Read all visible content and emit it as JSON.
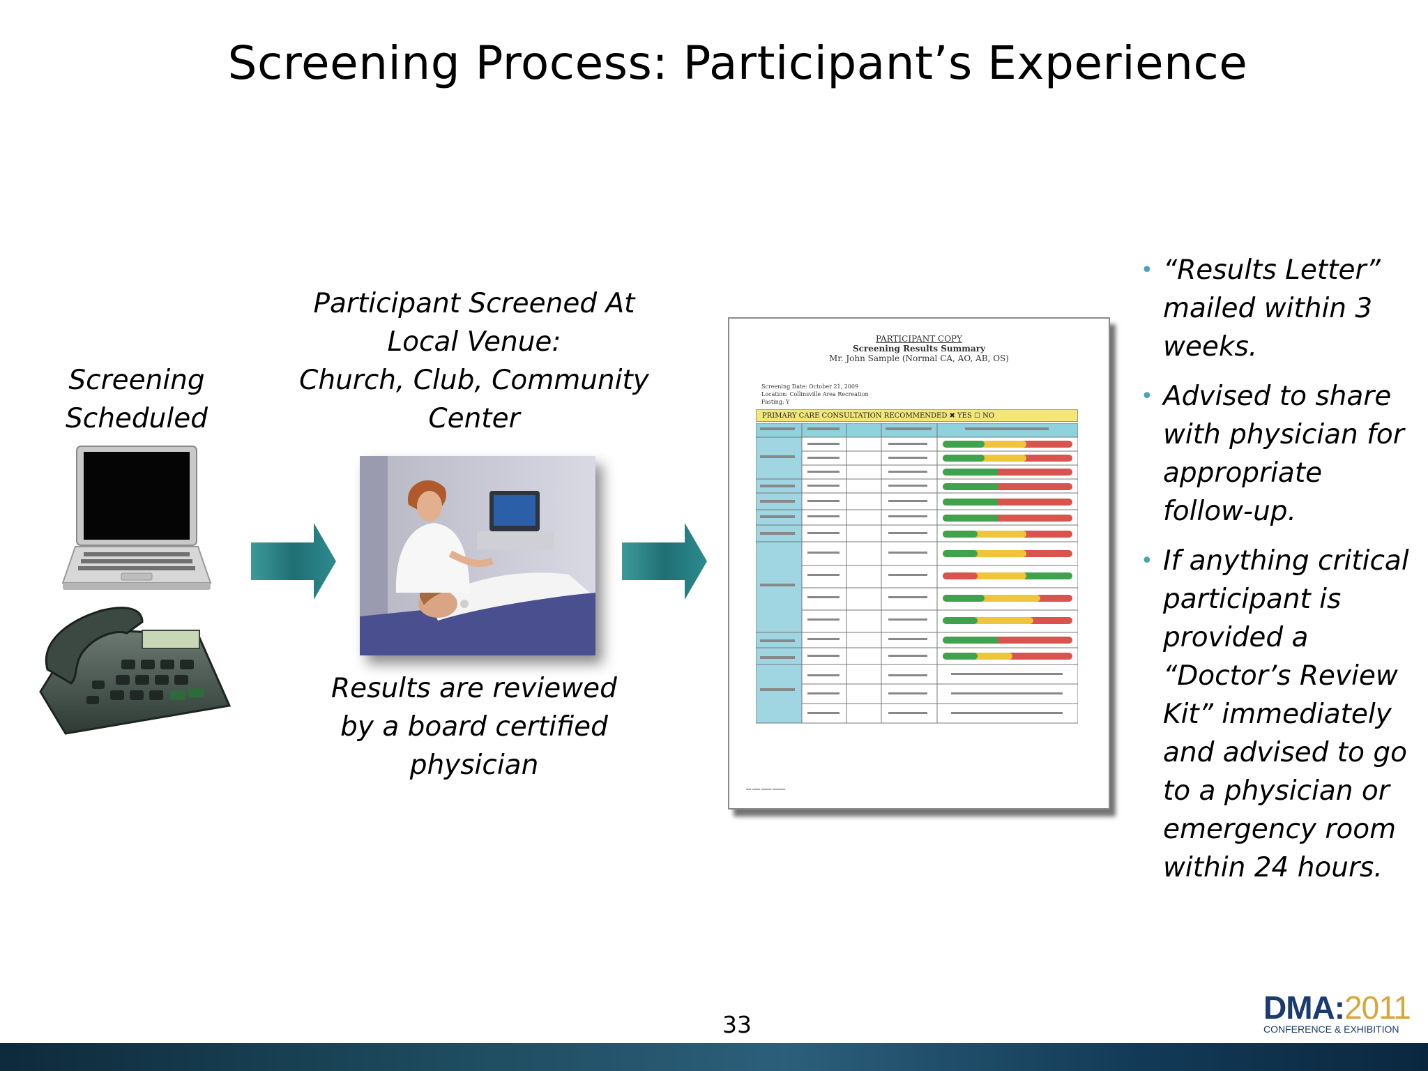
{
  "slide": {
    "title": "Screening Process: Participant’s Experience",
    "page_number": "33"
  },
  "steps": {
    "scheduled": "Screening\nScheduled",
    "venue": "Participant Screened At\nLocal Venue:\nChurch, Club, Community\nCenter",
    "review": "Results are reviewed\nby a board certified\nphysician"
  },
  "bullets": [
    "“Results Letter” mailed within 3 weeks.",
    "Advised to share with physician for appropriate follow-up.",
    "If anything critical participant is provided a “Doctor’s Review Kit” immediately and advised to go to a physician or emergency room within 24 hours."
  ],
  "document": {
    "copy_label": "PARTICIPANT COPY",
    "heading": "Screening Results Summary",
    "name_line": "Mr. John Sample (Normal CA, AO, AB, OS)",
    "meta": [
      "Screening Date: October 21, 2009",
      "Location: Collinsville Area Recreation",
      "Fasting: Y"
    ],
    "banner": "PRIMARY CARE CONSULTATION RECOMMENDED  ✖ YES  ☐ NO"
  },
  "logo": {
    "main": "DMA:",
    "year": "2011",
    "sub": "CONFERENCE & EXHIBITION"
  },
  "colors": {
    "arrow": "#2b8a8c",
    "bullet": "#4aa3b4",
    "table_header": "#8fd1dd",
    "banner": "#f3e77a"
  }
}
